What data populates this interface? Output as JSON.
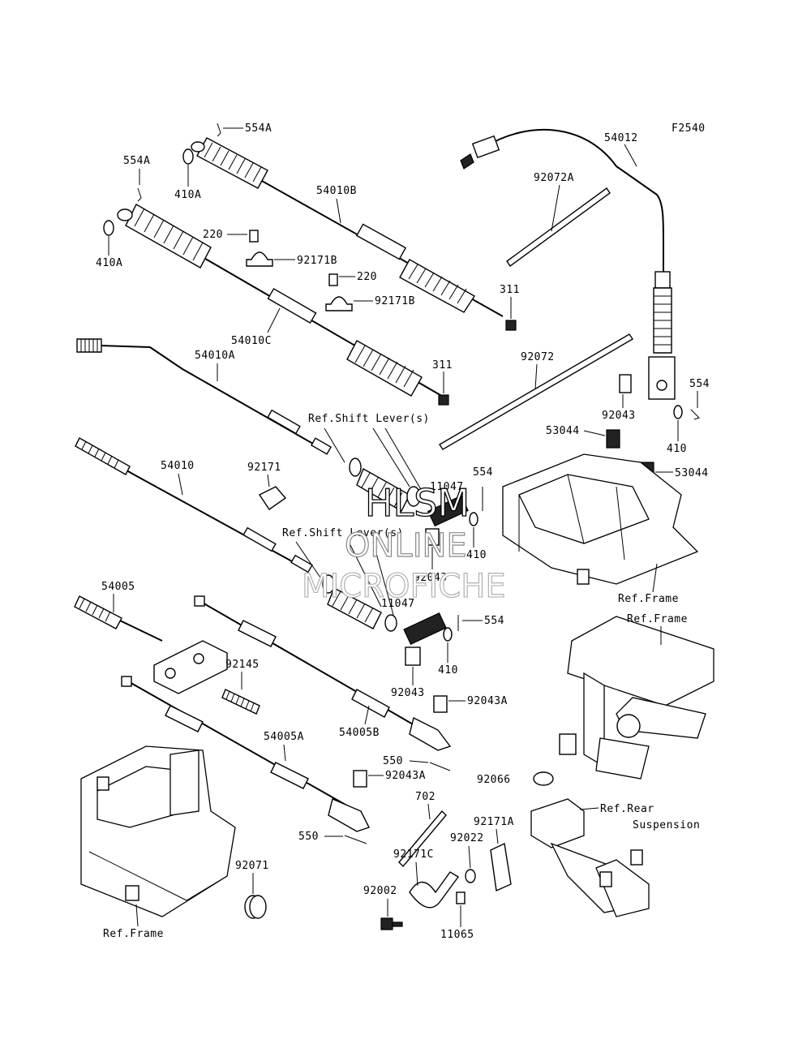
{
  "figure_code": "F2540",
  "labels": {
    "p54012": "54012",
    "p92072A": "92072A",
    "p554A_1": "554A",
    "p554A_2": "554A",
    "p410A_1": "410A",
    "p410A_2": "410A",
    "p54010B": "54010B",
    "p220_1": "220",
    "p92171B_1": "92171B",
    "p220_2": "220",
    "p92171B_2": "92171B",
    "p311_1": "311",
    "p54010C": "54010C",
    "p311_2": "311",
    "p54010A": "54010A",
    "p92072": "92072",
    "p554_1": "554",
    "p92043_1": "92043",
    "p410_1": "410",
    "refShift1": "Ref.Shift Lever(s)",
    "p53044_1": "53044",
    "p53044_2": "53044",
    "p54010": "54010",
    "p92171": "92171",
    "p11047_1": "11047",
    "p554_2": "554",
    "p410_2": "410",
    "p92043_2": "92043",
    "refShift2": "Ref.Shift Lever(s)",
    "refFrame1": "Ref.Frame",
    "p11047_2": "11047",
    "p554_3": "554",
    "p54005": "54005",
    "refFrame2": "Ref.Frame",
    "p410_3": "410",
    "p92145": "92145",
    "p92043_3": "92043",
    "p92043A_1": "92043A",
    "p54005B": "54005B",
    "p54005A": "54005A",
    "p550_1": "550",
    "p92066": "92066",
    "p92043A_2": "92043A",
    "p702": "702",
    "refRear1": "Ref.Rear",
    "refRear2": "Suspension",
    "p550_2": "550",
    "p92171A": "92171A",
    "p92022": "92022",
    "p92171C": "92171C",
    "p92071": "92071",
    "p92002": "92002",
    "p11065": "11065",
    "refFrame3": "Ref.Frame"
  },
  "watermark": {
    "line1": "HLSM",
    "line2": "ONLINE",
    "line3": "MICROFICHE"
  }
}
